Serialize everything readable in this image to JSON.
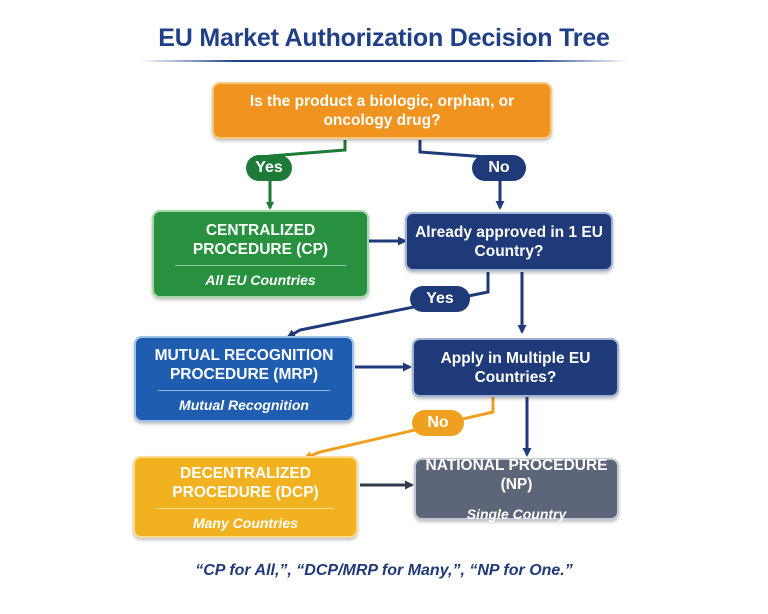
{
  "title": "EU Market Authorization Decision Tree",
  "nodes": {
    "question_biologic": "Is the product a biologic, orphan, or oncology drug?",
    "cp": {
      "title": "CENTRALIZED PROCEDURE (CP)",
      "sub": "All EU Countries"
    },
    "question_approved": "Already approved in 1 EU Country?",
    "mrp": {
      "title": "MUTUAL RECOGNITION PROCEDURE (MRP)",
      "sub": "Mutual Recognition"
    },
    "question_multiple": "Apply in Multiple EU Countries?",
    "dcp": {
      "title": "DECENTRALIZED PROCEDURE (DCP)",
      "sub": "Many Countries"
    },
    "np": {
      "title": "NATIONAL PROCEDURE (NP)",
      "sub": "Single Country"
    }
  },
  "edge_labels": {
    "yes_1": "Yes",
    "no_1": "No",
    "yes_2": "Yes",
    "no_2": "No"
  },
  "footer": "“CP for All,”, “DCP/MRP for Many,”, “NP for One.”",
  "colors": {
    "title": "#1f3f86",
    "question_orange": "#f0931f",
    "cp_green": "#27913f",
    "navy": "#1f3a78",
    "mrp_blue": "#1f5db0",
    "dcp_yellow": "#f2b21f",
    "np_gray": "#5d6679"
  }
}
